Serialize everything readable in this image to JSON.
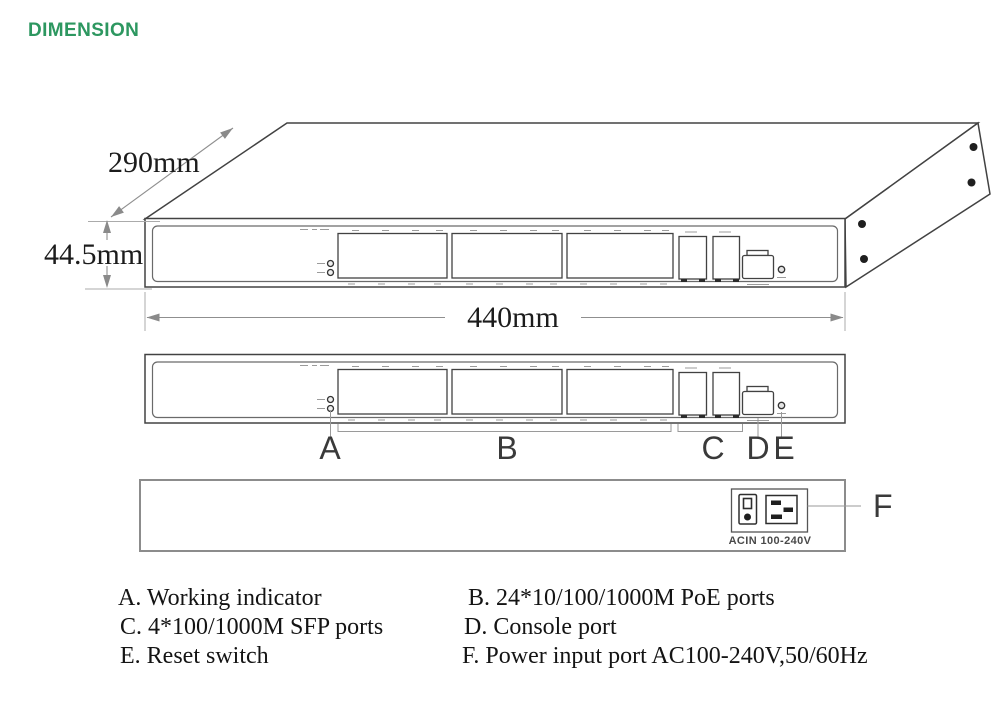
{
  "title": "DIMENSION",
  "accent_color": "#2d9760",
  "dimensions": {
    "depth": "290mm",
    "height": "44.5mm",
    "width": "440mm"
  },
  "callouts": {
    "a": "A",
    "b": "B",
    "c": "C",
    "d": "D",
    "e": "E",
    "f": "F"
  },
  "rear_panel": {
    "power_label": "ACIN 100-240V"
  },
  "legend": {
    "a": "A. Working indicator",
    "b": "B. 24*10/100/1000M PoE ports",
    "c": "C. 4*100/1000M SFP ports",
    "d": "D. Console port",
    "e": "E. Reset switch",
    "f": "F. Power input port AC100-240V,50/60Hz"
  }
}
